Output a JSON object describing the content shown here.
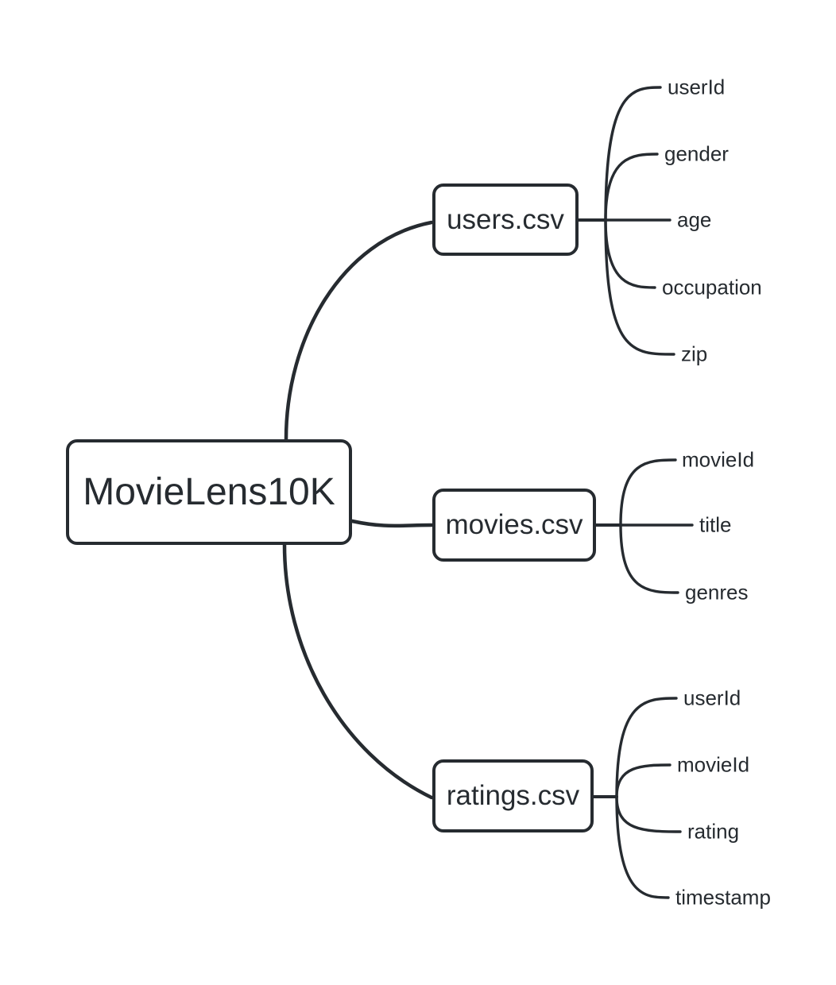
{
  "colors": {
    "ink": "#262b30",
    "background": "#ffffff"
  },
  "mindmap": {
    "root": {
      "label": "MovieLens10K"
    },
    "branches": [
      {
        "label": "users.csv",
        "children": [
          "userId",
          "gender",
          "age",
          "occupation",
          "zip"
        ]
      },
      {
        "label": "movies.csv",
        "children": [
          "movieId",
          "title",
          "genres"
        ]
      },
      {
        "label": "ratings.csv",
        "children": [
          "userId",
          "movieId",
          "rating",
          "timestamp"
        ]
      }
    ]
  }
}
